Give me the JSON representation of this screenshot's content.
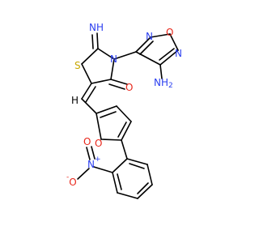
{
  "molecule": {
    "labels": {
      "imine": "NH",
      "imine_h": "",
      "ring_n": "N",
      "ring_s": "S",
      "carbonyl_o": "O",
      "furazan_o": "O",
      "furazan_n1": "N",
      "furazan_n2": "N",
      "amino": "NH",
      "amino_sub": "2",
      "furan_o": "O",
      "h_vinyl": "H",
      "nitro_n": "N",
      "nitro_plus": "+",
      "nitro_o1": "O",
      "nitro_o1_minus": "-",
      "nitro_o2": "O"
    },
    "colors": {
      "carbon": "#000000",
      "nitrogen": "#2b3ff0",
      "oxygen": "#e8261a",
      "sulfur": "#c8a800"
    }
  }
}
